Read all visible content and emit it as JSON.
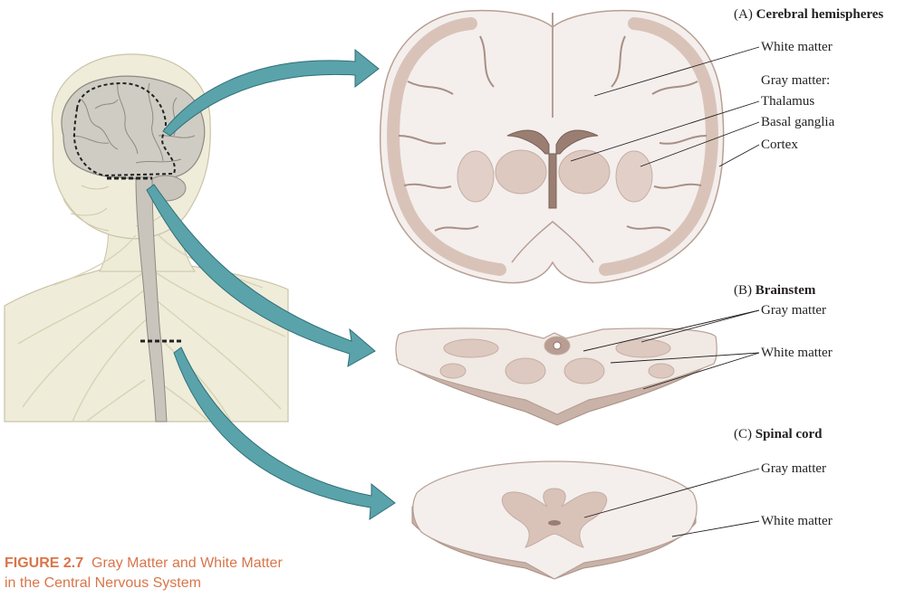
{
  "sections": {
    "a": {
      "prefix": "(A)",
      "title": "Cerebral hemispheres"
    },
    "b": {
      "prefix": "(B)",
      "title": "Brainstem"
    },
    "c": {
      "prefix": "(C)",
      "title": "Spinal cord"
    }
  },
  "labels": {
    "a_white_matter": "White matter",
    "a_gray_matter_heading": "Gray matter:",
    "a_thalamus": "Thalamus",
    "a_basal_ganglia": "Basal ganglia",
    "a_cortex": "Cortex",
    "b_gray_matter": "Gray matter",
    "b_white_matter": "White matter",
    "c_gray_matter": "Gray matter",
    "c_white_matter": "White matter"
  },
  "caption": {
    "figure_number": "FIGURE 2.7",
    "title_line1": "Gray Matter and White Matter",
    "title_line2": "in the Central Nervous System"
  },
  "colors": {
    "arrow": "#5aa3ab",
    "arrow_edge": "#2f6f77",
    "white_matter": "#f4efec",
    "gray_matter": "#d9c3b9",
    "tissue_edge": "#b79f95",
    "body_sketch": "#e7e3c8",
    "caption": "#d9754a"
  }
}
